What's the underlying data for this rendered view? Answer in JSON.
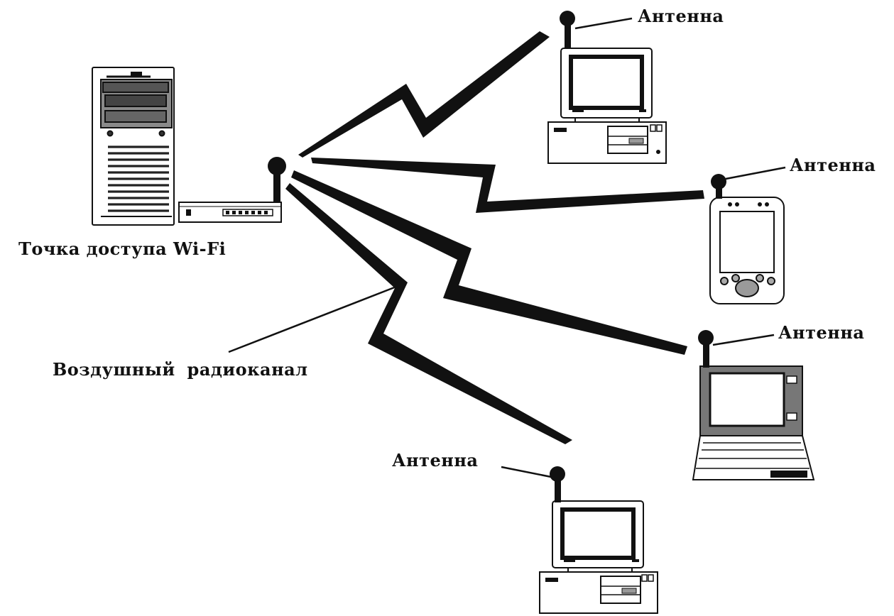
{
  "labels": {
    "access_point": "Точка доступа Wi-Fi",
    "air_channel": "Воздушный радиоканал",
    "antenna_desktop_top": "Антенна",
    "antenna_pda": "Антенна",
    "antenna_laptop": "Антенна",
    "antenna_desktop_bottom": "Антенна"
  },
  "colors": {
    "ink": "#111111",
    "fill_dark": "#1a1a1a",
    "fill_gray": "#b8b8b8",
    "paper": "#ffffff"
  }
}
